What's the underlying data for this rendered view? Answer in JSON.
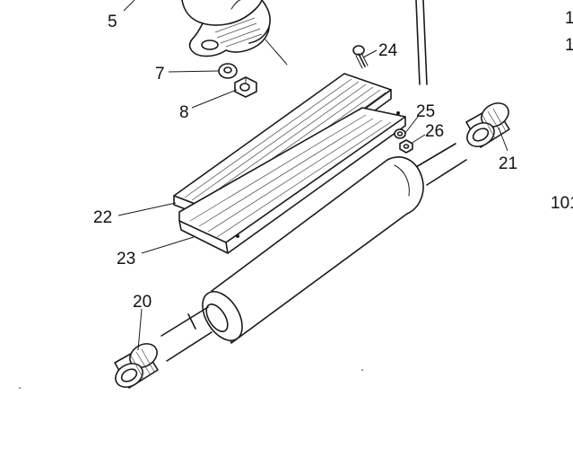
{
  "callouts": {
    "c5": "5",
    "c7": "7",
    "c8": "8",
    "c24": "24",
    "c25": "25",
    "c26": "26",
    "c21": "21",
    "c22": "22",
    "c23": "23",
    "c20": "20",
    "edge_top": "1",
    "edge_mid": "1",
    "edge_101": "101"
  }
}
